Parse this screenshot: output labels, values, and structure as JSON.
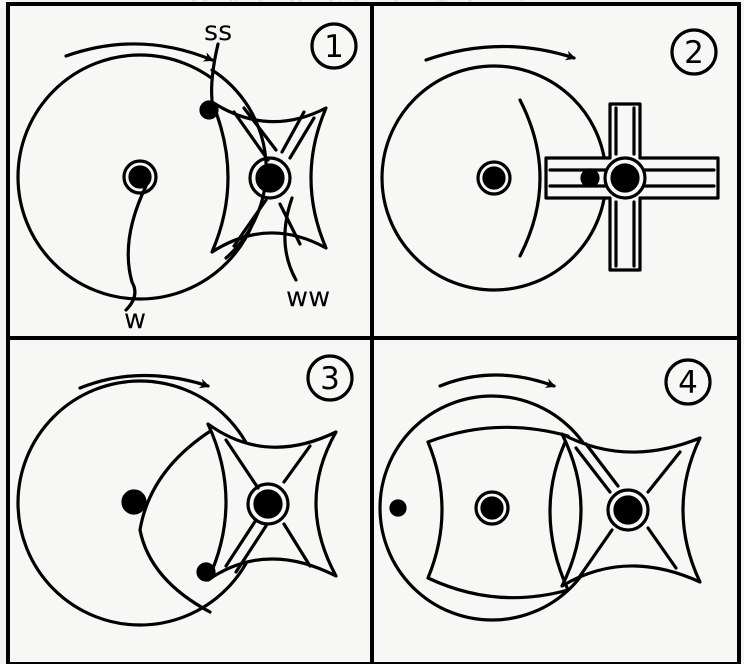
{
  "background_text": {
    "header": "Knöchelhalt in der Schweiz",
    "lines": []
  },
  "diagram": {
    "panels": [
      {
        "number": "1",
        "labels": {
          "ss": "ss",
          "w": "w",
          "ww": "ww"
        }
      },
      {
        "number": "2"
      },
      {
        "number": "3"
      },
      {
        "number": "4"
      }
    ]
  },
  "colors": {
    "ink": "#000000",
    "paper": "#f4f4f2",
    "panel_fill": "#f7f7f5"
  }
}
